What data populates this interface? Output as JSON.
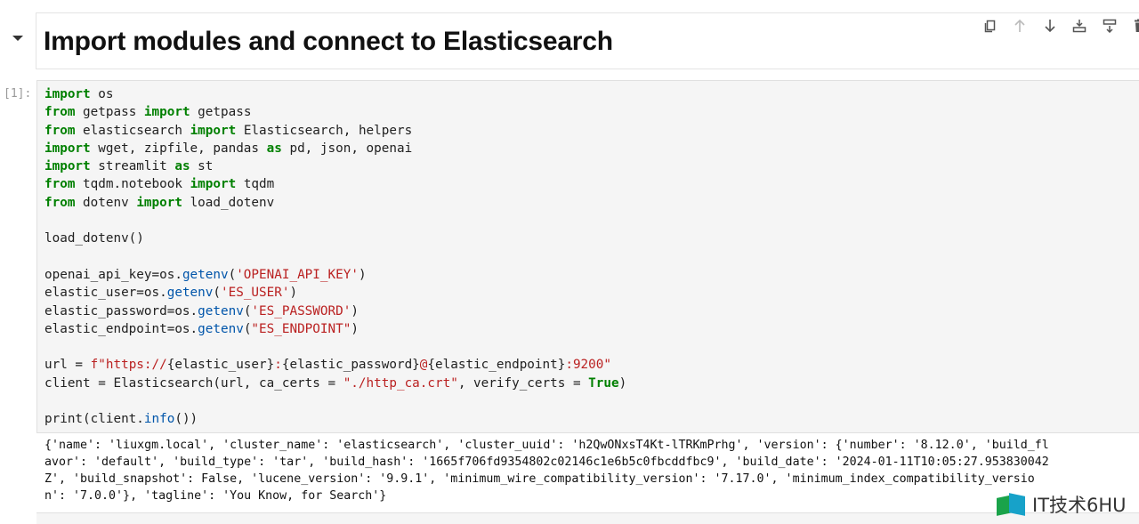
{
  "heading": "Import modules and connect to Elasticsearch",
  "toolbar": {
    "icons": [
      "copy-icon",
      "arrow-up-icon",
      "arrow-down-icon",
      "insert-above-icon",
      "insert-below-icon",
      "delete-icon"
    ]
  },
  "cell": {
    "prompt": "[1]:",
    "code_lines": [
      [
        {
          "t": "import",
          "c": "kw"
        },
        {
          "t": " os"
        }
      ],
      [
        {
          "t": "from",
          "c": "kw"
        },
        {
          "t": " getpass "
        },
        {
          "t": "import",
          "c": "kw"
        },
        {
          "t": " getpass"
        }
      ],
      [
        {
          "t": "from",
          "c": "kw"
        },
        {
          "t": " elasticsearch "
        },
        {
          "t": "import",
          "c": "kw"
        },
        {
          "t": " Elasticsearch, helpers"
        }
      ],
      [
        {
          "t": "import",
          "c": "kw"
        },
        {
          "t": " wget, zipfile, pandas "
        },
        {
          "t": "as",
          "c": "kw"
        },
        {
          "t": " pd, json, openai"
        }
      ],
      [
        {
          "t": "import",
          "c": "kw"
        },
        {
          "t": " streamlit "
        },
        {
          "t": "as",
          "c": "kw"
        },
        {
          "t": " st"
        }
      ],
      [
        {
          "t": "from",
          "c": "kw"
        },
        {
          "t": " tqdm.notebook "
        },
        {
          "t": "import",
          "c": "kw"
        },
        {
          "t": " tqdm"
        }
      ],
      [
        {
          "t": "from",
          "c": "kw"
        },
        {
          "t": " dotenv "
        },
        {
          "t": "import",
          "c": "kw"
        },
        {
          "t": " load_dotenv"
        }
      ],
      [],
      [
        {
          "t": "load_dotenv()"
        }
      ],
      [],
      [
        {
          "t": "openai_api_key=os."
        },
        {
          "t": "getenv",
          "c": "fn"
        },
        {
          "t": "("
        },
        {
          "t": "'OPENAI_API_KEY'",
          "c": "str"
        },
        {
          "t": ")"
        }
      ],
      [
        {
          "t": "elastic_user=os."
        },
        {
          "t": "getenv",
          "c": "fn"
        },
        {
          "t": "("
        },
        {
          "t": "'ES_USER'",
          "c": "str"
        },
        {
          "t": ")"
        }
      ],
      [
        {
          "t": "elastic_password=os."
        },
        {
          "t": "getenv",
          "c": "fn"
        },
        {
          "t": "("
        },
        {
          "t": "'ES_PASSWORD'",
          "c": "str"
        },
        {
          "t": ")"
        }
      ],
      [
        {
          "t": "elastic_endpoint=os."
        },
        {
          "t": "getenv",
          "c": "fn"
        },
        {
          "t": "("
        },
        {
          "t": "\"ES_ENDPOINT\"",
          "c": "str"
        },
        {
          "t": ")"
        }
      ],
      [],
      [
        {
          "t": "url = "
        },
        {
          "t": "f\"https://",
          "c": "str"
        },
        {
          "t": "{elastic_user}"
        },
        {
          "t": ":",
          "c": "str"
        },
        {
          "t": "{elastic_password}"
        },
        {
          "t": "@",
          "c": "str"
        },
        {
          "t": "{elastic_endpoint}"
        },
        {
          "t": ":9200\"",
          "c": "str"
        }
      ],
      [
        {
          "t": "client = Elasticsearch(url, ca_certs = "
        },
        {
          "t": "\"./http_ca.crt\"",
          "c": "str"
        },
        {
          "t": ", verify_certs = "
        },
        {
          "t": "True",
          "c": "true"
        },
        {
          "t": ")"
        }
      ],
      [],
      [
        {
          "t": "print(client."
        },
        {
          "t": "info",
          "c": "fn"
        },
        {
          "t": "())"
        }
      ]
    ],
    "output_lines": [
      "{'name': 'liuxgm.local', 'cluster_name': 'elasticsearch', 'cluster_uuid': 'h2QwONxsT4Kt-lTRKmPrhg', 'version': {'number': '8.12.0', 'build_fl",
      "avor': 'default', 'build_type': 'tar', 'build_hash': '1665f706fd9354802c02146c1e6b5c0fbcddfbc9', 'build_date': '2024-01-11T10:05:27.953830042",
      "Z', 'build_snapshot': False, 'lucene_version': '9.9.1', 'minimum_wire_compatibility_version': '7.17.0', 'minimum_index_compatibility_versio",
      "n': '7.0.0'}, 'tagline': 'You Know, for Search'}"
    ]
  },
  "watermark": "IT技术6HU",
  "colors": {
    "keyword": "#008000",
    "string": "#ba2121",
    "function": "#0055aa",
    "code_bg": "#f5f5f5"
  }
}
